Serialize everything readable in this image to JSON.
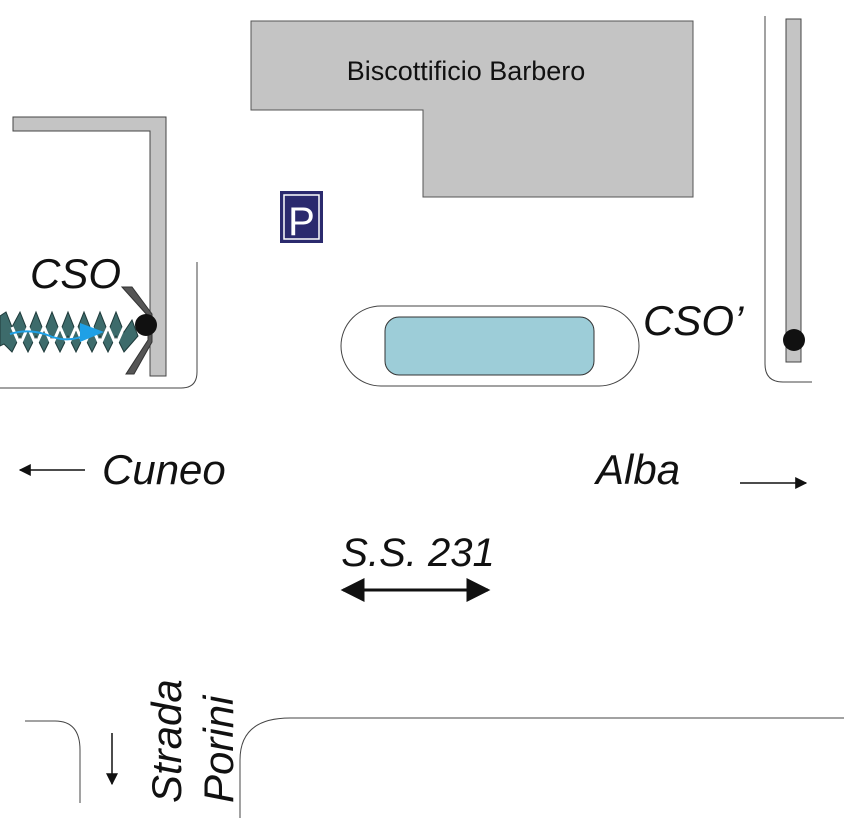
{
  "building": {
    "name": "Biscottificio Barbero",
    "fill": "#c4c4c4"
  },
  "parking": {
    "glyph": "P",
    "color": "#2b2a6e"
  },
  "sensors": {
    "cso": "CSO",
    "cso_prime": "CSO’"
  },
  "directions": {
    "west": {
      "label": "Cuneo"
    },
    "east": {
      "label": "Alba"
    }
  },
  "road": {
    "label": "S.S. 231"
  },
  "side_road": {
    "line1": "Strada",
    "line2": "Porini"
  },
  "colors": {
    "pool": "#9dcdd8",
    "wall": "#c4c4c4",
    "flow": "#1ea0e6",
    "spring": "#3d6b6b",
    "ink": "#111111"
  },
  "icons": [
    "left-arrow-icon",
    "right-arrow-icon",
    "double-arrow-icon",
    "down-arrow-icon",
    "parking-icon"
  ]
}
